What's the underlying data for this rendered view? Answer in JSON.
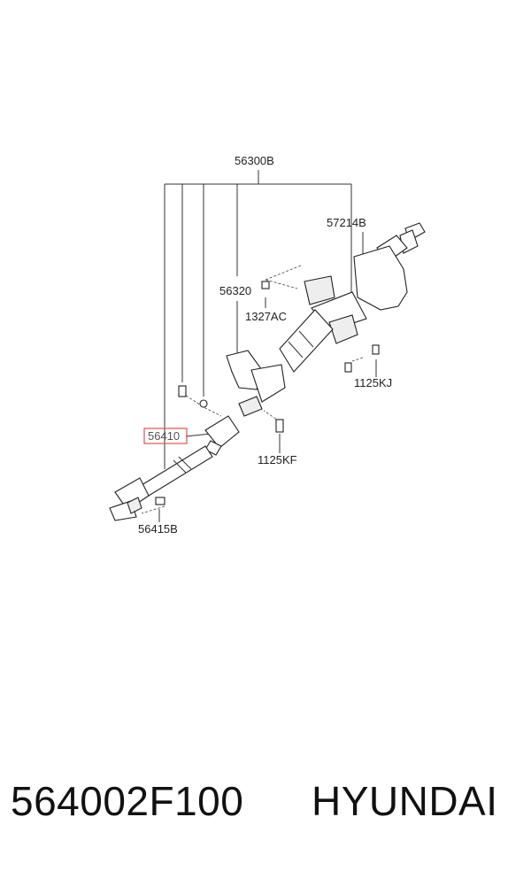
{
  "diagram": {
    "callouts": [
      {
        "id": "c-56300B",
        "text": "56300B",
        "highlighted": false
      },
      {
        "id": "c-57214B",
        "text": "57214B",
        "highlighted": false
      },
      {
        "id": "c-56320",
        "text": "56320",
        "highlighted": false
      },
      {
        "id": "c-1327AC",
        "text": "1327AC",
        "highlighted": false
      },
      {
        "id": "c-1125KJ",
        "text": "1125KJ",
        "highlighted": false
      },
      {
        "id": "c-56410",
        "text": "56410",
        "highlighted": true
      },
      {
        "id": "c-1125KF",
        "text": "1125KF",
        "highlighted": false
      },
      {
        "id": "c-56415B",
        "text": "56415B",
        "highlighted": false
      }
    ],
    "highlight_color": "#d9534f"
  },
  "footer": {
    "part_number": "564002F100",
    "brand": "HYUNDAI"
  }
}
